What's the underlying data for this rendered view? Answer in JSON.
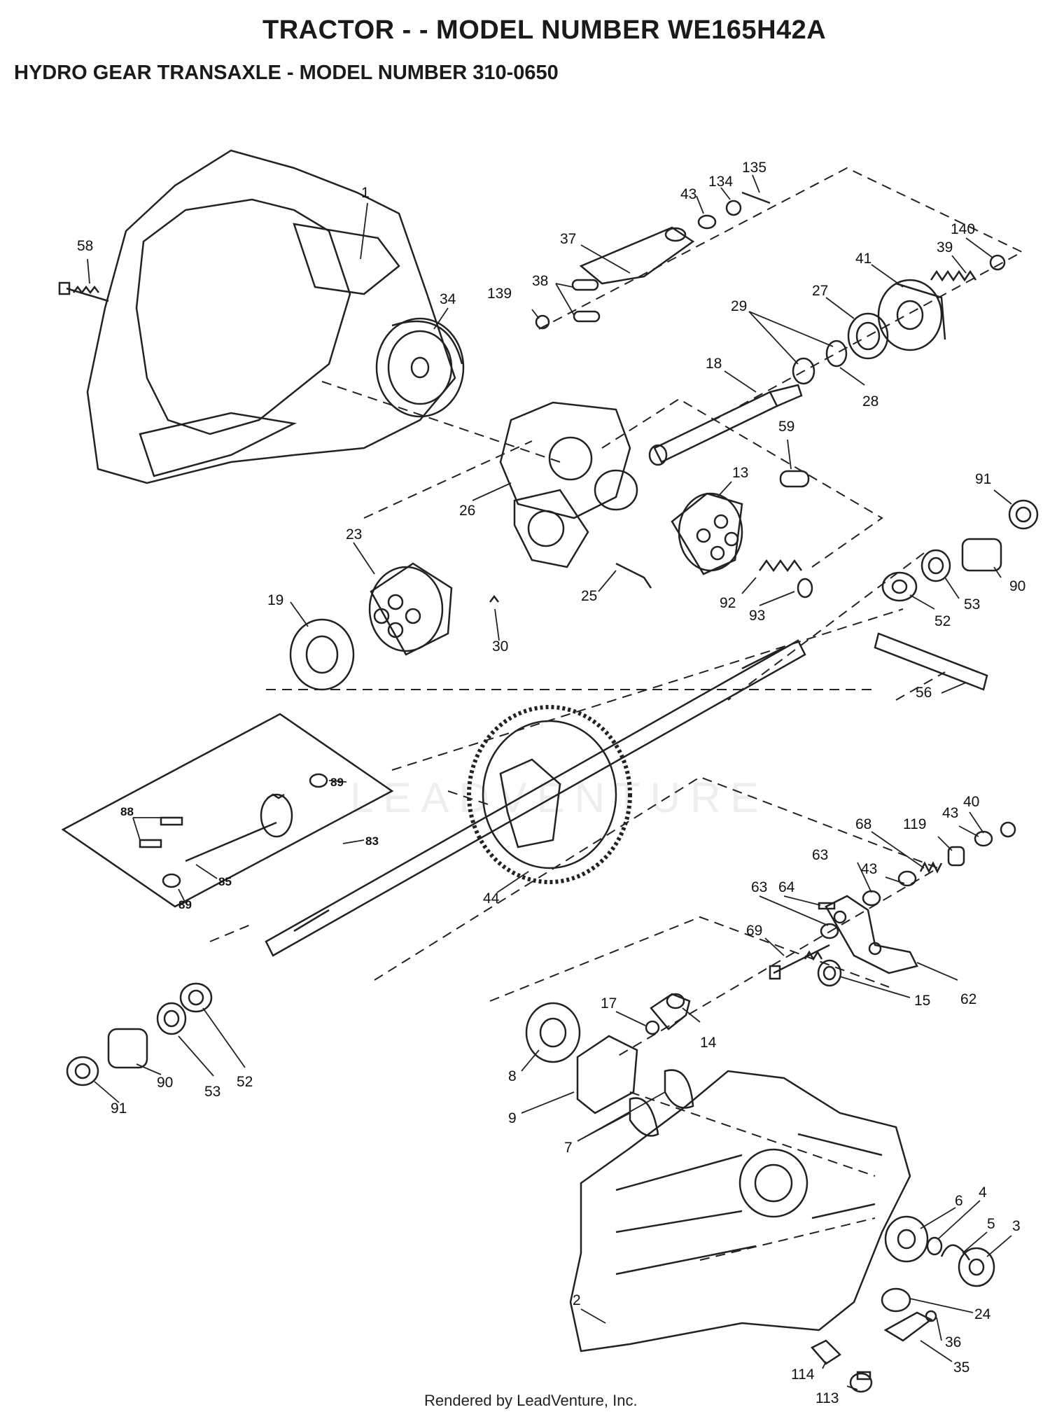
{
  "title_line1": "TRACTOR - - MODEL NUMBER WE165H42A",
  "title_line2": "HYDRO GEAR TRANSAXLE - MODEL NUMBER 310-0650",
  "footer": "Rendered by LeadVenture, Inc.",
  "watermark": "LEADVENTURE",
  "labels": {
    "p1": "1",
    "p58": "58",
    "p34": "34",
    "p135": "135",
    "p134": "134",
    "p43a": "43",
    "p140": "140",
    "p37": "37",
    "p39": "39",
    "p41": "41",
    "p38": "38",
    "p139": "139",
    "p27": "27",
    "p29": "29",
    "p18": "18",
    "p28": "28",
    "p59": "59",
    "p26": "26",
    "p13": "13",
    "p91a": "91",
    "p23": "23",
    "p25": "25",
    "p53a": "53",
    "p90a": "90",
    "p19": "19",
    "p92": "92",
    "p93": "93",
    "p52a": "52",
    "p30": "30",
    "p56": "56",
    "p89a": "89",
    "p88": "88",
    "p83": "83",
    "p85": "85",
    "p89b": "89",
    "p44": "44",
    "p40": "40",
    "p43b": "43",
    "p68": "68",
    "p119": "119",
    "p63a": "63",
    "p43c": "43",
    "p63b": "63",
    "p64": "64",
    "p69": "69",
    "p15": "15",
    "p62": "62",
    "p17": "17",
    "p14": "14",
    "p8": "8",
    "p9": "9",
    "p7": "7",
    "p91b": "91",
    "p90b": "90",
    "p53b": "53",
    "p52b": "52",
    "p6": "6",
    "p4": "4",
    "p5": "5",
    "p3": "3",
    "p2": "2",
    "p24": "24",
    "p36": "36",
    "p35": "35",
    "p114": "114",
    "p113": "113"
  }
}
